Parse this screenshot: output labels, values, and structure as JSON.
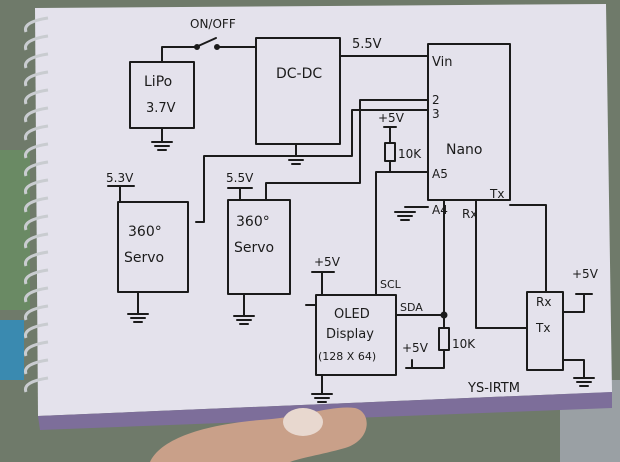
{
  "labels": {
    "switch": "ON/OFF",
    "lipo_name": "LiPo",
    "lipo_voltage": "3.7V",
    "dcdc": "DC-DC",
    "dcdc_out": "5.5V",
    "vin": "Vin",
    "pin2": "2",
    "pin3": "3",
    "nano": "Nano",
    "pullup_top_supply": "+5V",
    "resistor_top": "10K",
    "a5": "A5",
    "a4": "A4",
    "nano_rx": "Rx",
    "nano_tx": "Tx",
    "servo1_voltage": "5.3V",
    "servo1_line1": "360°",
    "servo1_line2": "Servo",
    "servo2_voltage": "5.5V",
    "servo2_line1": "360°",
    "servo2_line2": "Servo",
    "oled_supply": "+5V",
    "scl": "SCL",
    "sda": "SDA",
    "oled_line1": "OLED",
    "oled_line2": "Display",
    "oled_line3": "(128 X 64)",
    "pullup_bottom_supply": "+5V",
    "resistor_bottom": "10K",
    "irtm_rx": "Rx",
    "irtm_tx": "Tx",
    "irtm_supply": "+5V",
    "irtm_name": "YS-IRTM"
  },
  "colors": {
    "paper": "#e4e2ec",
    "ink": "#1b1b1b",
    "binding": "#c9ccd0",
    "hand": "#c9a089",
    "background": "#6f7a6a"
  }
}
